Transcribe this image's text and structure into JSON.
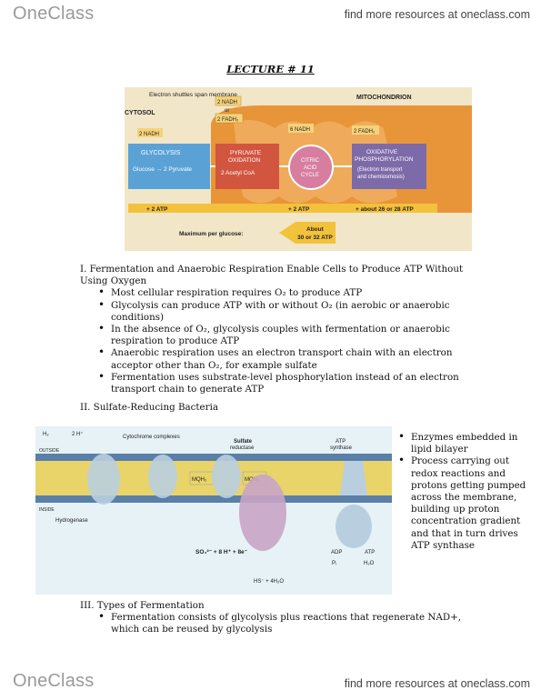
{
  "header": {
    "logo": "OneClass",
    "find_text": "find more resources at oneclass.com"
  },
  "footer": {
    "logo": "OneClass",
    "find_text": "find more resources at oneclass.com"
  },
  "title": "LECTURE # 11",
  "figure1": {
    "shuttle_label": "Electron shuttles span membrane",
    "cytosol": "CYTOSOL",
    "mitochondrion": "MITOCHONDRION",
    "nadh_top": "2 NADH",
    "or": "or",
    "fadh_top": "2 FADH₂",
    "nadh_left": "2 NADH",
    "nadh_mid": "6 NADH",
    "fadh_right": "2 FADH₂",
    "glycolysis": "GLYCOLYSIS",
    "glucose": "Glucose → 2 Pyruvate",
    "pyruvate_1": "PYRUVATE",
    "pyruvate_2": "OXIDATION",
    "acetyl": "2 Acetyl CoA",
    "citric_1": "CITRIC",
    "citric_2": "ACID",
    "citric_3": "CYCLE",
    "oxphos_1": "OXIDATIVE",
    "oxphos_2": "PHOSPHORYLATION",
    "oxphos_3": "(Electron transport",
    "oxphos_4": "and chemiosmosis)",
    "atp_1": "+ 2 ATP",
    "atp_2": "+ 2 ATP",
    "atp_3": "+ about 26 or 28 ATP",
    "max_label": "Maximum per glucose:",
    "about_1": "About",
    "about_2": "30 or 32 ATP",
    "colors": {
      "background": "#f1e6c8",
      "mito": "#e8953a",
      "blue": "#5aa2d6",
      "red": "#d2553f",
      "purple": "#7d6aa8"
    }
  },
  "section1": {
    "heading": "I. Fermentation and Anaerobic Respiration Enable Cells to Produce ATP Without Using Oxygen",
    "bullets": [
      "Most cellular respiration requires O₂ to produce ATP",
      "Glycolysis can produce ATP with or without O₂ (in aerobic or anaerobic conditions)",
      "In the absence of O₂, glycolysis couples with fermentation or anaerobic respiration to produce ATP",
      "Anaerobic respiration uses an electron transport chain with an electron acceptor other than O₂, for example sulfate",
      "Fermentation uses substrate-level phosphorylation instead of an electron transport chain to generate ATP"
    ]
  },
  "section2": {
    "heading": "II. Sulfate-Reducing Bacteria"
  },
  "figure2": {
    "h2": "H₂",
    "two_h": "2 H⁺",
    "cytochrome": "Cytochrome complexes",
    "sulfate_1": "Sulfate",
    "sulfate_2": "reductase",
    "atp_synthase_1": "ATP",
    "atp_synthase_2": "synthase",
    "outside": "OUTSIDE",
    "inside": "INSIDE",
    "hydrogenase": "Hydrogenase",
    "mqh_1": "MQH₂",
    "mqh_2": "MQH₂",
    "sulfate_eq": "SO₄²⁻ + 8 H⁺ + 8e⁻",
    "hs_eq": "HS⁻ + 4H₂O",
    "adp": "ADP",
    "pi": "Pᵢ",
    "atp": "ATP",
    "h2o": "H₂O",
    "colors": {
      "membrane": "#e9d46a",
      "outer": "#5a7fa8",
      "protein": "#c9a4c6",
      "water": "#e6f2f6"
    }
  },
  "side_notes": [
    "Enzymes embedded in lipid bilayer",
    "Process carrying out redox reactions and protons getting pumped across the membrane, building up proton concentration gradient and that in turn drives ATP synthase"
  ],
  "section3": {
    "heading": "III. Types of Fermentation",
    "bullets": [
      "Fermentation consists of glycolysis plus reactions that regenerate NAD+, which can be reused by glycolysis"
    ]
  }
}
